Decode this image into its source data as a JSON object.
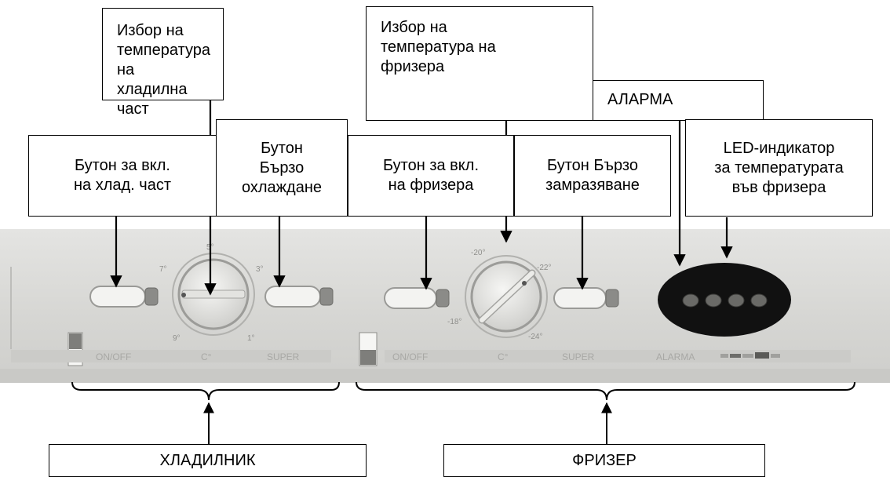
{
  "callouts": {
    "fridge_temp": "Избор на\nтемпература на\nхладилна част",
    "fridge_on": "Бутон за вкл.\nна хлад. част",
    "fast_cool": "Бутон\nБързо\nохлаждане",
    "freezer_temp": "Избор на\nтемпература на\nфризера",
    "freezer_on": "Бутон за вкл.\nна фризера",
    "fast_freeze": "Бутон Бързо\nзамразяване",
    "alarm": "АЛАРМА",
    "led": "LED-индикатор\nза температурата\nвъв фризера"
  },
  "sections": {
    "fridge": "ХЛАДИЛНИК",
    "freezer": "ФРИЗЕР"
  },
  "panel_labels": {
    "fridge_onoff": "ON/OFF",
    "fridge_c": "C°",
    "fridge_super": "SUPER",
    "freezer_onoff": "ON/OFF",
    "freezer_c": "C°",
    "freezer_super": "SUPER",
    "alarm": "ALARMA"
  },
  "dial_ticks": {
    "fridge": [
      "5°",
      "7°",
      "3°",
      "9°",
      "1°"
    ],
    "freezer": [
      "-20°",
      "-22°",
      "-18°",
      "-24°"
    ]
  }
}
